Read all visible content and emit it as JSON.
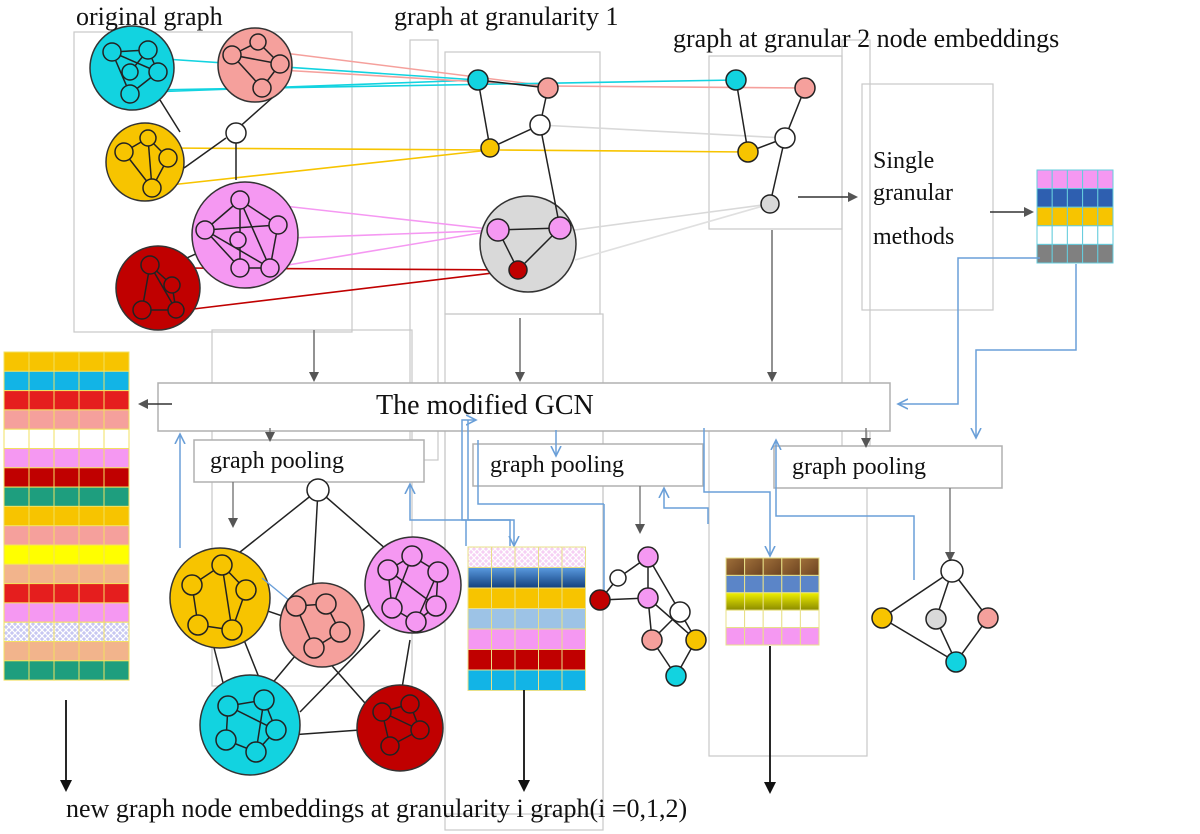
{
  "titles": {
    "original_graph": "original graph",
    "granularity_1": "graph at granularity 1",
    "granularity_2": "graph at granular 2 node embeddings"
  },
  "single_granular": {
    "line1": "Single",
    "line2": "granular",
    "line3": "methods"
  },
  "gcn_label": "The modified GCN",
  "pooling_labels": [
    "graph pooling",
    "graph pooling",
    "graph pooling"
  ],
  "bottom_caption": "new graph node embeddings at granularity i graph(i =0,1,2)",
  "colors": {
    "cyan": "#12D3E0",
    "salmon": "#F5A09C",
    "gold": "#F7C400",
    "pink": "#F598F2",
    "darkred": "#C00000",
    "grey": "#D9D9D9",
    "blue_line": "#6A9FD8",
    "dark_line": "#666666"
  },
  "embedding_stacks": {
    "left": [
      "#F7C400",
      "#12B4E6",
      "#E51E1E",
      "#F5A09C",
      "#FFFFFF",
      "#F598F2",
      "#C00000",
      "#1E9E7E",
      "#F7C400",
      "#F5A09C",
      "#FFFF00",
      "#F2B48C",
      "#E51E1E",
      "#F598F2",
      "#C8C8F0",
      "#F2B48C",
      "#1E9E7E"
    ],
    "middle": [
      "#F3C8F3",
      "#1F5FA8",
      "#F7C400",
      "#9DC3E6",
      "#F598F2",
      "#C00000",
      "#12B4E6"
    ],
    "right": [
      "#8B5A2B",
      "#5B85C8",
      "#D8D000",
      "#FFFFFF",
      "#F598F2"
    ],
    "top_right": [
      "#F598F2",
      "#2E5FB0",
      "#F7C400",
      "#FFFFFF",
      "#808080"
    ]
  }
}
